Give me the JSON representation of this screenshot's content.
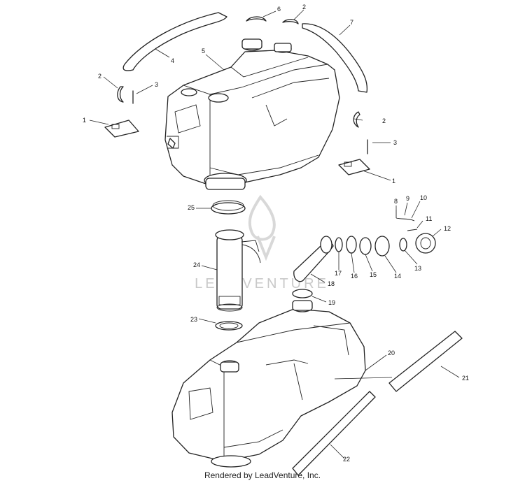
{
  "callouts": {
    "c1a": "1",
    "c1b": "1",
    "c2a": "2",
    "c2b": "2",
    "c2c": "2",
    "c3a": "3",
    "c3b": "3",
    "c4": "4",
    "c5": "5",
    "c6": "6",
    "c7": "7",
    "c8": "8",
    "c9": "9",
    "c10": "10",
    "c11": "11",
    "c12": "12",
    "c13": "13",
    "c14": "14",
    "c15": "15",
    "c16": "16",
    "c17": "17",
    "c18": "18",
    "c19": "19",
    "c20": "20",
    "c21": "21",
    "c22": "22",
    "c23": "23",
    "c24": "24",
    "c25": "25"
  },
  "watermark": {
    "text": "LEADVENTURE"
  },
  "footer": {
    "text": "Rendered by LeadVenture, Inc."
  }
}
